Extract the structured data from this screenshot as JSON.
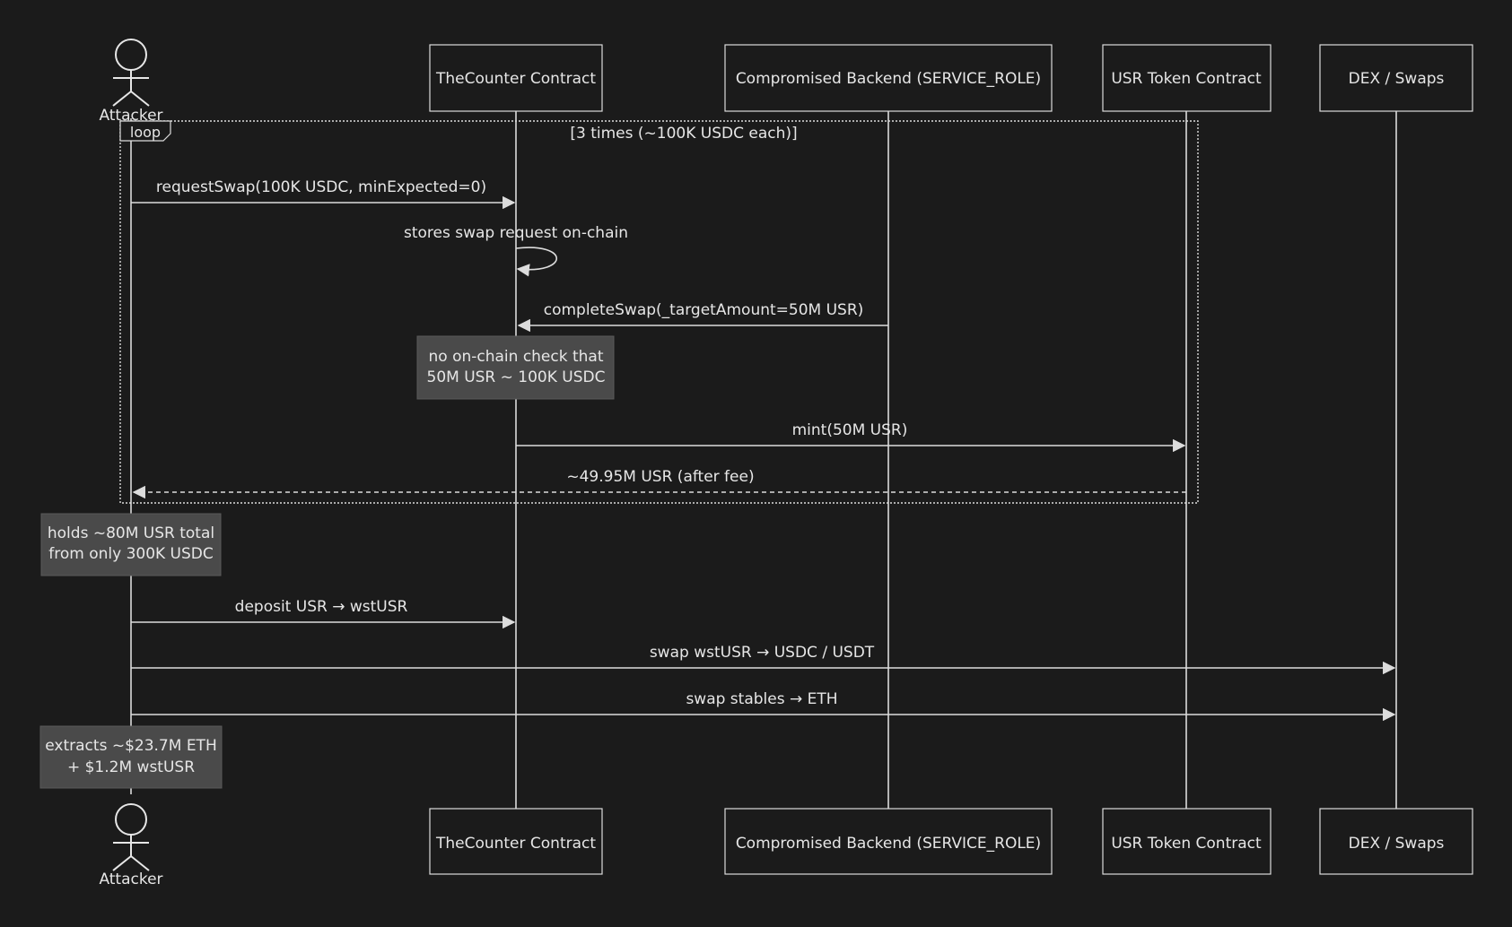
{
  "participants": {
    "attacker": "Attacker",
    "counter": "TheCounter Contract",
    "backend": "Compromised Backend (SERVICE_ROLE)",
    "usr": "USR Token Contract",
    "dex": "DEX / Swaps"
  },
  "loop": {
    "label": "loop",
    "condition": "[3 times (~100K USDC each)]"
  },
  "messages": {
    "request_swap": "requestSwap(100K USDC, minExpected=0)",
    "store_request": "stores swap request on-chain",
    "complete_swap": "completeSwap(_targetAmount=50M USR)",
    "mint": "mint(50M USR)",
    "return_usr": "~49.95M USR (after fee)",
    "deposit": "deposit USR → wstUSR",
    "swap_wstusr": "swap wstUSR → USDC / USDT",
    "swap_stables": "swap stables → ETH"
  },
  "notes": {
    "no_check": [
      "no on-chain check that",
      "50M USR ~ 100K USDC"
    ],
    "holds": [
      "holds ~80M USR total",
      "from only 300K USDC"
    ],
    "extracts": [
      "extracts ~$23.7M ETH",
      "+ $1.2M wstUSR"
    ]
  }
}
